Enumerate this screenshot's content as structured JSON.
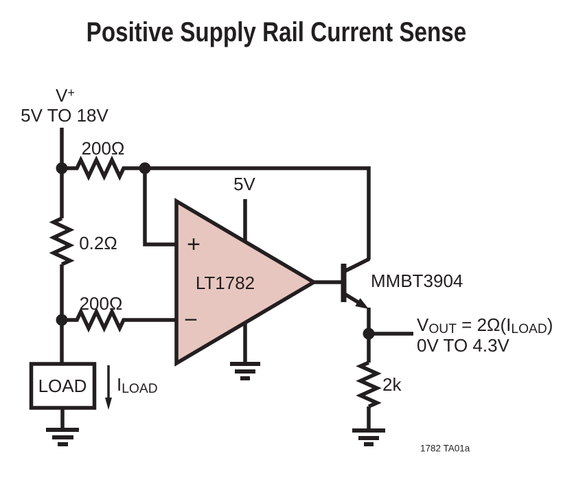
{
  "title": "Positive Supply Rail Current Sense",
  "colors": {
    "ink": "#231f20",
    "opamp_fill": "#e7c6bf",
    "background": "#ffffff"
  },
  "supply": {
    "name": "V",
    "sup": "+",
    "range": "5V TO 18V"
  },
  "resistors": {
    "r_top": "200Ω",
    "r_sense": "0.2Ω",
    "r_bottom": "200Ω",
    "r_out": "2k"
  },
  "opamp": {
    "name": "LT1782",
    "plus": "+",
    "minus": "−",
    "supply": "5V"
  },
  "transistor": {
    "name": "MMBT3904"
  },
  "load": {
    "box_label": "LOAD",
    "current_base": "I",
    "current_sub": "LOAD"
  },
  "output": {
    "v": "V",
    "v_sub": "OUT",
    "eq_mid": " = 2Ω(I",
    "eq_sub": "LOAD",
    "eq_end": ")",
    "range": "0V TO 4.3V"
  },
  "note": "1782 TA01a"
}
